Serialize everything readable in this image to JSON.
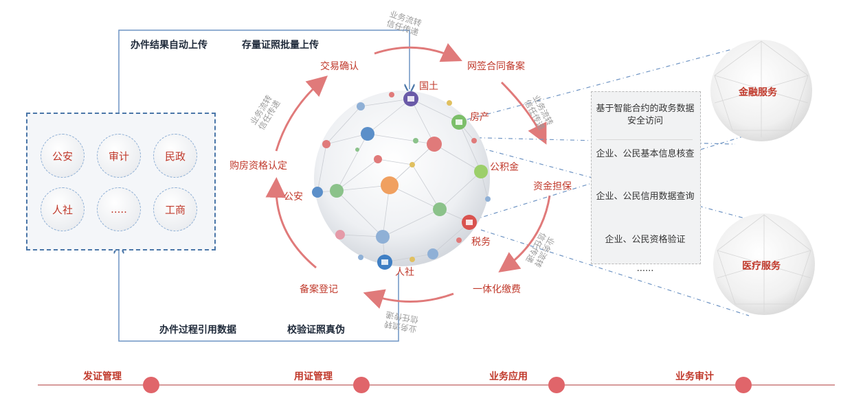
{
  "top_flow": {
    "upload_results": "办件结果自动上传",
    "upload_stock": "存量证照批量上传"
  },
  "bottom_flow": {
    "quote_data": "办件过程引用数据",
    "verify": "校验证照真伪"
  },
  "departments": [
    "公安",
    "审计",
    "民政",
    "人社",
    ".....",
    "工商"
  ],
  "cycle_steps": [
    "交易确认",
    "网签合同备案",
    "资金担保",
    "一体化缴费",
    "备案登记",
    "购房资格认定"
  ],
  "flow_top": [
    "业务流转",
    "信任传递"
  ],
  "flow_left": [
    "业务流转",
    "信任传递"
  ],
  "flow_right": [
    "业务流转",
    "信任传递"
  ],
  "flow_right_bottom": [
    "业务流转",
    "信任传递"
  ],
  "flow_bottom": [
    "业务流转",
    "信任传递"
  ],
  "nodes": [
    "国土",
    "房产",
    "公积金",
    "税务",
    "人社",
    "公安"
  ],
  "services": [
    "基于智能合约的政务数据安全访问",
    "企业、公民基本信息核查",
    "企业、公民信用数据查询",
    "企业、公民资格验证",
    "......"
  ],
  "spheres": {
    "finance": "金融服务",
    "medical": "医疗服务"
  },
  "timeline": [
    "发证管理",
    "用证管理",
    "业务应用",
    "业务审计"
  ],
  "colors": {
    "red": "#c0392b",
    "blue": "#4a76a8",
    "arrow_red": "#e07a7a",
    "timeline": "#e0656a"
  }
}
